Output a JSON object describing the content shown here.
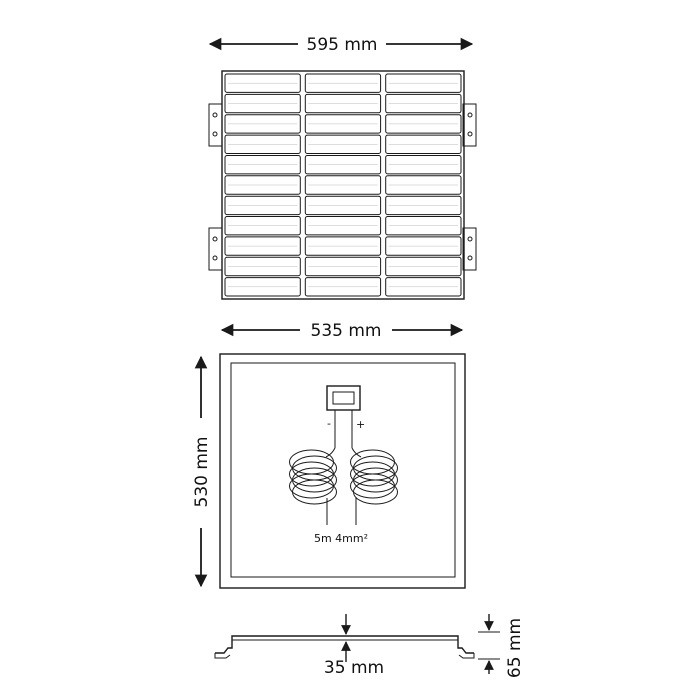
{
  "dimensions": {
    "top_width": "595 mm",
    "mid_width": "535 mm",
    "height": "530 mm",
    "profile_thickness": "35 mm",
    "profile_height": "65 mm"
  },
  "cable": {
    "label": "5m 4mm²",
    "minus": "-",
    "plus": "+"
  },
  "panel": {
    "columns": 3,
    "rows": 11
  },
  "colors": {
    "line": "#1a1a1a",
    "background": "#ffffff"
  }
}
